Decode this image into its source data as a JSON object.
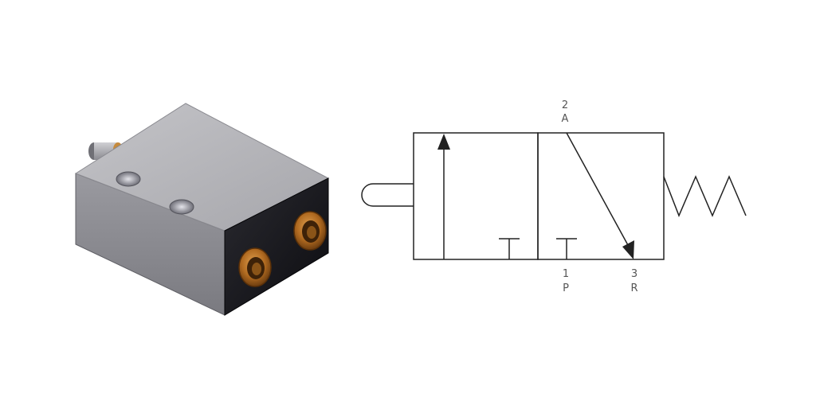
{
  "ports": {
    "outlet": {
      "number": "2",
      "letter": "A"
    },
    "supply": {
      "number": "1",
      "letter": "P"
    },
    "exhaust": {
      "number": "3",
      "letter": "R"
    }
  },
  "colors": {
    "body_top": "#b9b9bd",
    "body_front": "#8f8f95",
    "body_side": "#1a1a1e",
    "fitting_brass": "#c07a2a",
    "symbol_stroke": "#222222",
    "label_text": "#555555"
  }
}
